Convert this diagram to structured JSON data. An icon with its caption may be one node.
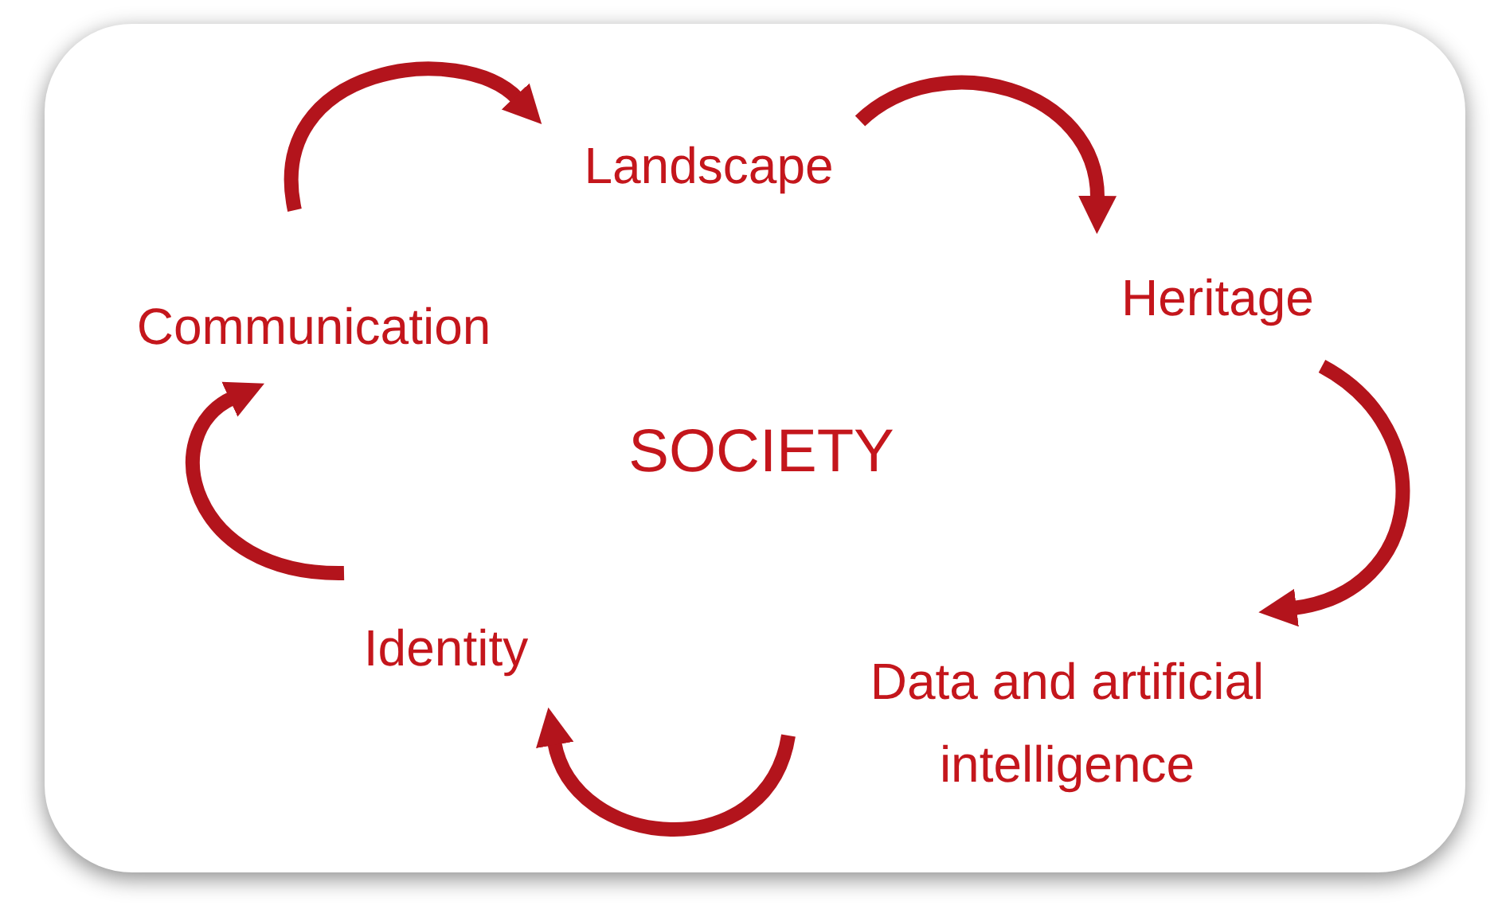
{
  "diagram": {
    "nodes": [
      {
        "text": [
          "Landscape"
        ]
      },
      {
        "text": [
          "Heritage"
        ]
      },
      {
        "text": [
          "Data and artificial intelligence"
        ]
      },
      {
        "text": [
          "Identity"
        ]
      },
      {
        "text": [
          "Communication"
        ]
      },
      {
        "text": [
          "SOCIETY"
        ]
      }
    ],
    "edges": [
      {
        "from": 4,
        "to": 0,
        "arrow": "to"
      },
      {
        "from": 0,
        "to": 1,
        "arrow": "to"
      },
      {
        "from": 1,
        "to": 2,
        "arrow": "to"
      },
      {
        "from": 2,
        "to": 3,
        "arrow": "to"
      },
      {
        "from": 3,
        "to": 4,
        "arrow": "to"
      }
    ]
  }
}
